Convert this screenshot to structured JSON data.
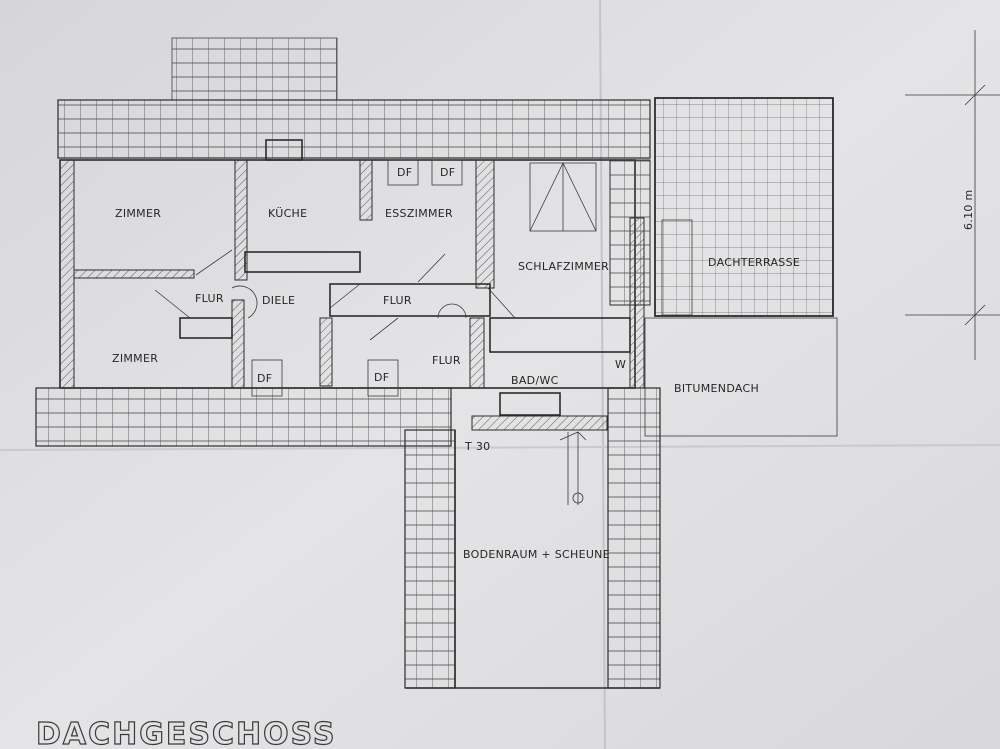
{
  "sheet_title": "DACHGESCHOSS",
  "rooms": {
    "zimmer_1": "ZIMMER",
    "kueche": "KÜCHE",
    "esszimmer": "ESSZIMMER",
    "schlafzimmer": "SCHLAFZIMMER",
    "dachterrasse": "DACHTERRASSE",
    "flur_1": "FLUR",
    "diele": "DIELE",
    "flur_2": "FLUR",
    "zimmer_2": "ZIMMER",
    "flur_3": "FLUR",
    "bad_wc": "BAD/WC",
    "bitumendach": "BITUMENDACH",
    "bodenraum": "BODENRAUM + SCHEUNE"
  },
  "skylights": [
    "DF",
    "DF",
    "DF",
    "DF"
  ],
  "marks": {
    "door_t30": "T 30",
    "w_mark": "W",
    "dimension": "6.10 m"
  }
}
